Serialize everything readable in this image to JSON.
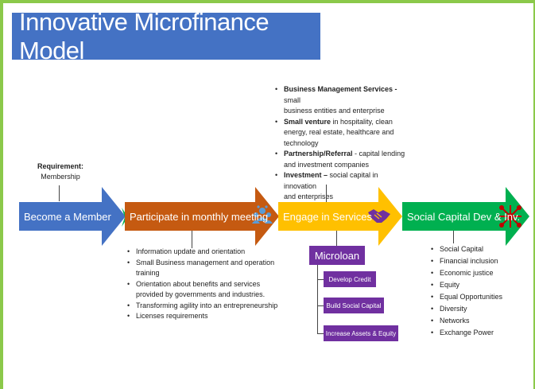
{
  "title": "Innovative Microfinance Model",
  "requirement": {
    "label": "Requirement:",
    "value": "Membership"
  },
  "steps": [
    {
      "label": "Become a Member",
      "color": "#4472c4",
      "tip_color": "#00b050"
    },
    {
      "label": "Participate in monthly meeting",
      "color": "#c55a11",
      "icon": "people-icon"
    },
    {
      "label": "Engage in Services",
      "color": "#ffc000",
      "icon": "handshake-icon"
    },
    {
      "label": "Social Capital Dev & Inv.",
      "color": "#00b050",
      "icon": "network-icon"
    }
  ],
  "meeting_items": [
    "Information update and orientation",
    "Small Business management and operation",
    "training",
    "Orientation about benefits and services",
    "provided by governments and industries.",
    "Transforming agility into an entrepreneurship",
    "Licenses requirements"
  ],
  "services": [
    {
      "bold": "Business Management Services - ",
      "text": "small",
      "cont": "business entities and enterprise"
    },
    {
      "bold": "Small venture ",
      "text": "in hospitality, clean",
      "cont": "energy, real estate, healthcare and",
      "cont2": "technology"
    },
    {
      "bold": "Partnership/Referral ",
      "text": "- capital lending",
      "cont": "and investment companies"
    },
    {
      "bold": "Investment – ",
      "text": "social capital in innovation",
      "cont": "and enterprises"
    }
  ],
  "microloan": {
    "label": "Microloan",
    "color": "#7030a0",
    "items": [
      "Develop Credit",
      "Build Social Capital",
      "Increase Assets & Equity"
    ]
  },
  "capital_items": [
    "Social Capital",
    "Financial inclusion",
    "Economic justice",
    "Equity",
    "Equal Opportunities",
    "Diversity",
    "Networks",
    "Exchange Power"
  ]
}
